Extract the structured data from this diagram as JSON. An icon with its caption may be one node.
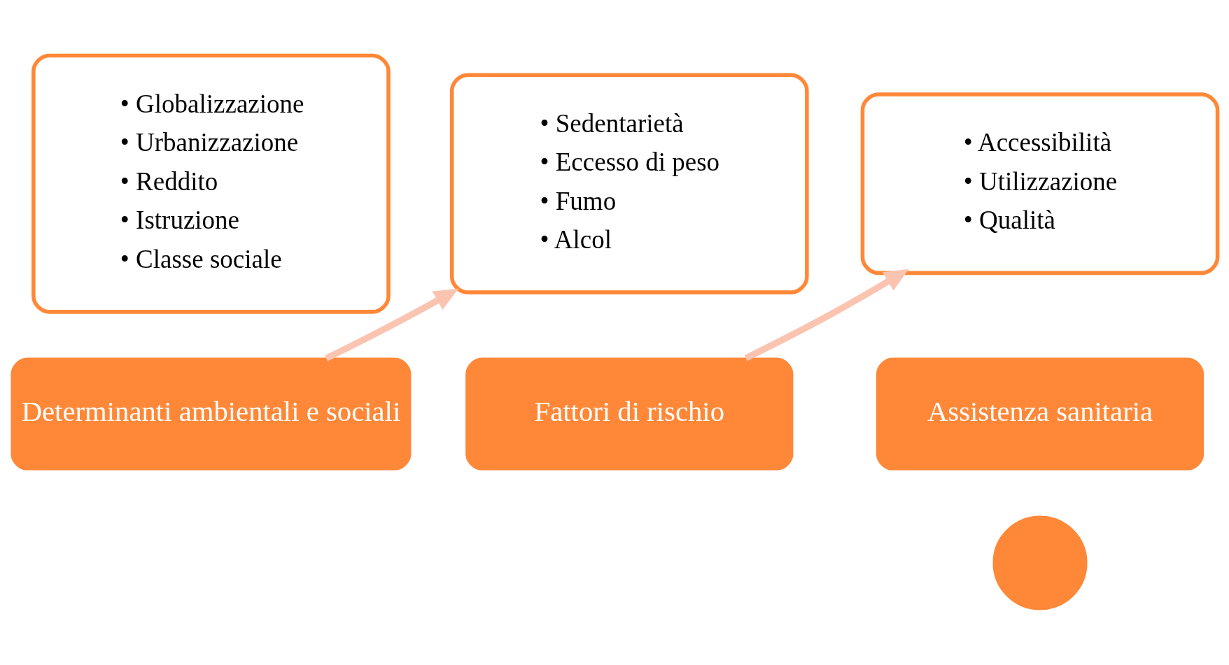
{
  "diagram": {
    "nodes": [
      {
        "text": [
          "• Globalizzazione",
          "• Urbanizzazione",
          "• Reddito",
          "• Istruzione",
          "• Classe sociale"
        ]
      },
      {
        "text": [
          "Determinanti ambientali e sociali"
        ]
      },
      {
        "text": [
          "• Sedentarietà",
          "• Eccesso di peso",
          "• Fumo",
          "• Alcol"
        ]
      },
      {
        "text": [
          "Fattori di rischio"
        ]
      },
      {
        "text": [
          "• Accessibilità",
          "• Utilizzazione",
          "• Qualità"
        ]
      },
      {
        "text": [
          "Assistenza sanitaria"
        ]
      },
      {
        "text": [],
        "shape": "circle"
      }
    ],
    "edges": [
      {
        "from": 1,
        "to": 2,
        "arrow": "to"
      },
      {
        "from": 3,
        "to": 4,
        "arrow": "to"
      }
    ]
  }
}
